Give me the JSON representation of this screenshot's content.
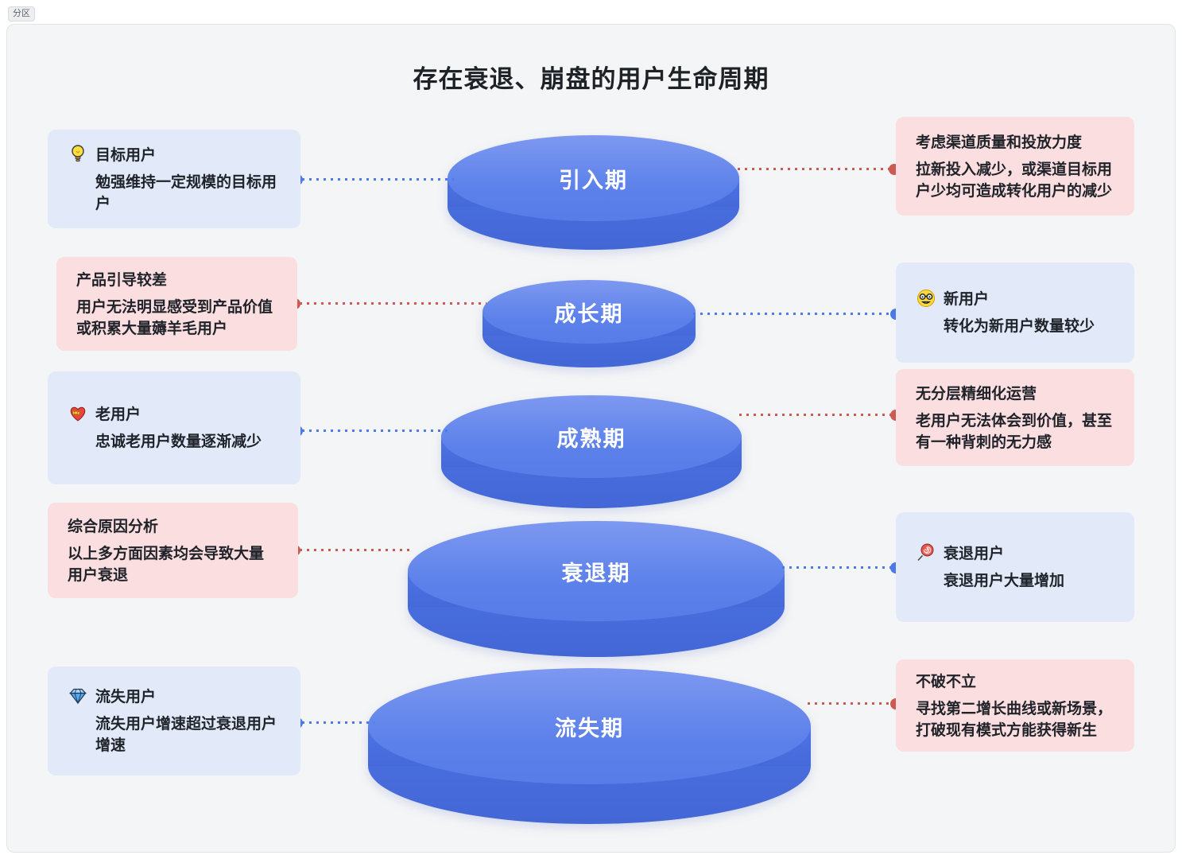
{
  "page": {
    "region_label": "分区",
    "title": "存在衰退、崩盘的用户生命周期"
  },
  "colors": {
    "panel_bg": "#f4f5f6",
    "card_blue_bg": "#e2eafa",
    "card_pink_bg": "#fbdee0",
    "disk_top": "#5c81ea",
    "disk_side": "#4b72e3",
    "connector_blue": "#4b79e8",
    "connector_red": "#cc5a52",
    "text": "#1f2329"
  },
  "stages": [
    {
      "label": "引入期"
    },
    {
      "label": "成长期"
    },
    {
      "label": "成熟期"
    },
    {
      "label": "衰退期"
    },
    {
      "label": "流失期"
    }
  ],
  "left_cards": [
    {
      "tone": "blue",
      "icon": "lightbulb",
      "title": "目标用户",
      "body": "勉强维持一定规模的目标用户"
    },
    {
      "tone": "pink",
      "icon": "",
      "title": "产品引导较差",
      "body": "用户无法明显感受到产品价值或积累大量薅羊毛用户"
    },
    {
      "tone": "blue",
      "icon": "heart-ribbon",
      "title": "老用户",
      "body": "忠诚老用户数量逐渐减少"
    },
    {
      "tone": "pink",
      "icon": "",
      "title": "综合原因分析",
      "body": "以上多方面因素均会导致大量用户衰退"
    },
    {
      "tone": "blue",
      "icon": "gem",
      "title": "流失用户",
      "body": "流失用户增速超过衰退用户增速"
    }
  ],
  "right_cards": [
    {
      "tone": "pink",
      "icon": "",
      "title": "考虑渠道质量和投放力度",
      "body": "拉新投入减少，或渠道目标用户少均可造成转化用户的减少"
    },
    {
      "tone": "blue",
      "icon": "nerd-face",
      "title": "新用户",
      "body": "转化为新用户数量较少"
    },
    {
      "tone": "pink",
      "icon": "",
      "title": "无分层精细化运营",
      "body": "老用户无法体会到价值，甚至有一种背刺的无力感"
    },
    {
      "tone": "blue",
      "icon": "lollipop",
      "title": "衰退用户",
      "body": "衰退用户大量增加"
    },
    {
      "tone": "pink",
      "icon": "",
      "title": "不破不立",
      "body": "寻找第二增长曲线或新场景，打破现有模式方能获得新生"
    }
  ]
}
